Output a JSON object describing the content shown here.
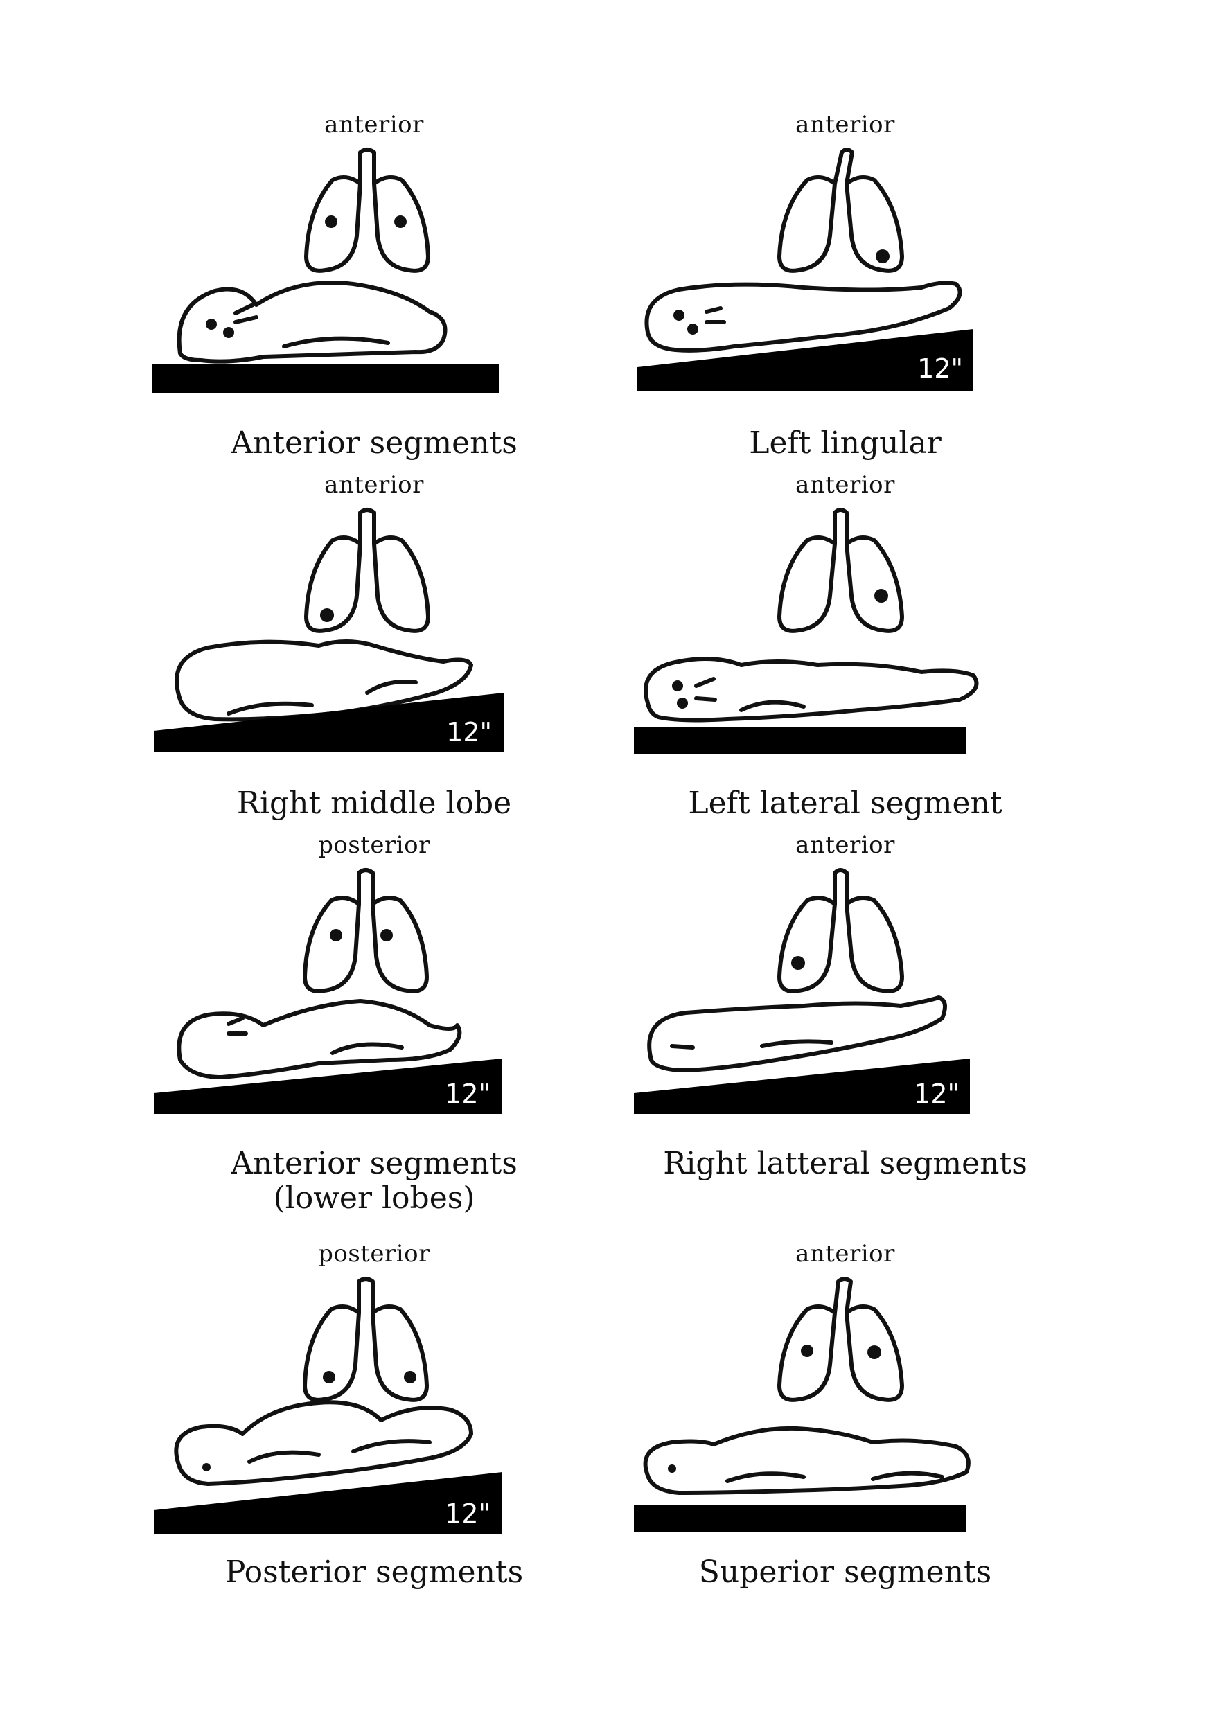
{
  "panels": [
    {
      "view": "anterior",
      "caption": [
        "Anterior segments"
      ],
      "support": "flat",
      "height_label": ""
    },
    {
      "view": "anterior",
      "caption": [
        "Left lingular"
      ],
      "support": "incline",
      "height_label": "12\""
    },
    {
      "view": "anterior",
      "caption": [
        "Right middle lobe"
      ],
      "support": "incline",
      "height_label": "12\""
    },
    {
      "view": "anterior",
      "caption": [
        "Left lateral segment"
      ],
      "support": "flat",
      "height_label": ""
    },
    {
      "view": "posterior",
      "caption": [
        "Anterior segments",
        "(lower lobes)"
      ],
      "support": "incline",
      "height_label": "12\""
    },
    {
      "view": "anterior",
      "caption": [
        "Right latteral segments"
      ],
      "support": "incline",
      "height_label": "12\""
    },
    {
      "view": "posterior",
      "caption": [
        "Posterior segments"
      ],
      "support": "incline",
      "height_label": "12\""
    },
    {
      "view": "anterior",
      "caption": [
        "Superior segments"
      ],
      "support": "flat",
      "height_label": ""
    }
  ],
  "icons": {
    "lungs": "lungs-icon",
    "body": "patient-body-icon",
    "support": "positioning-wedge-icon"
  },
  "colors": {
    "ink": "#111111",
    "support": "#000000",
    "background": "#ffffff"
  }
}
